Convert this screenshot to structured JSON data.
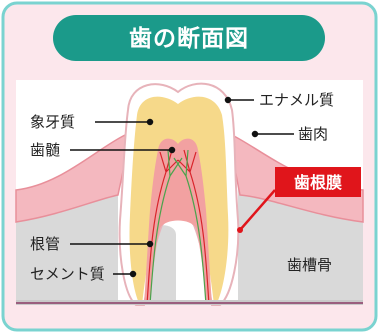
{
  "title": "歯の断面図",
  "labels": {
    "enamel": "エナメル質",
    "dentin": "象牙質",
    "gum": "歯肉",
    "pulp": "歯髄",
    "periodontal_ligament": "歯根膜",
    "root_canal": "根管",
    "cementum": "セメント質",
    "alveolar_bone": "歯槽骨"
  },
  "colors": {
    "title_bg": "#1b9a8a",
    "frame_bg": "#fce7ec",
    "frame_border": "#7ad3d0",
    "gum": "#f4b8bf",
    "gum_edge": "#e88f9a",
    "bone": "#d9d9d9",
    "enamel": "#ffffff",
    "dentin": "#f6d98a",
    "pulp": "#f2a1a1",
    "highlight": "#e0151b",
    "nerve_red": "#d8232a",
    "nerve_green": "#4aa34c"
  }
}
